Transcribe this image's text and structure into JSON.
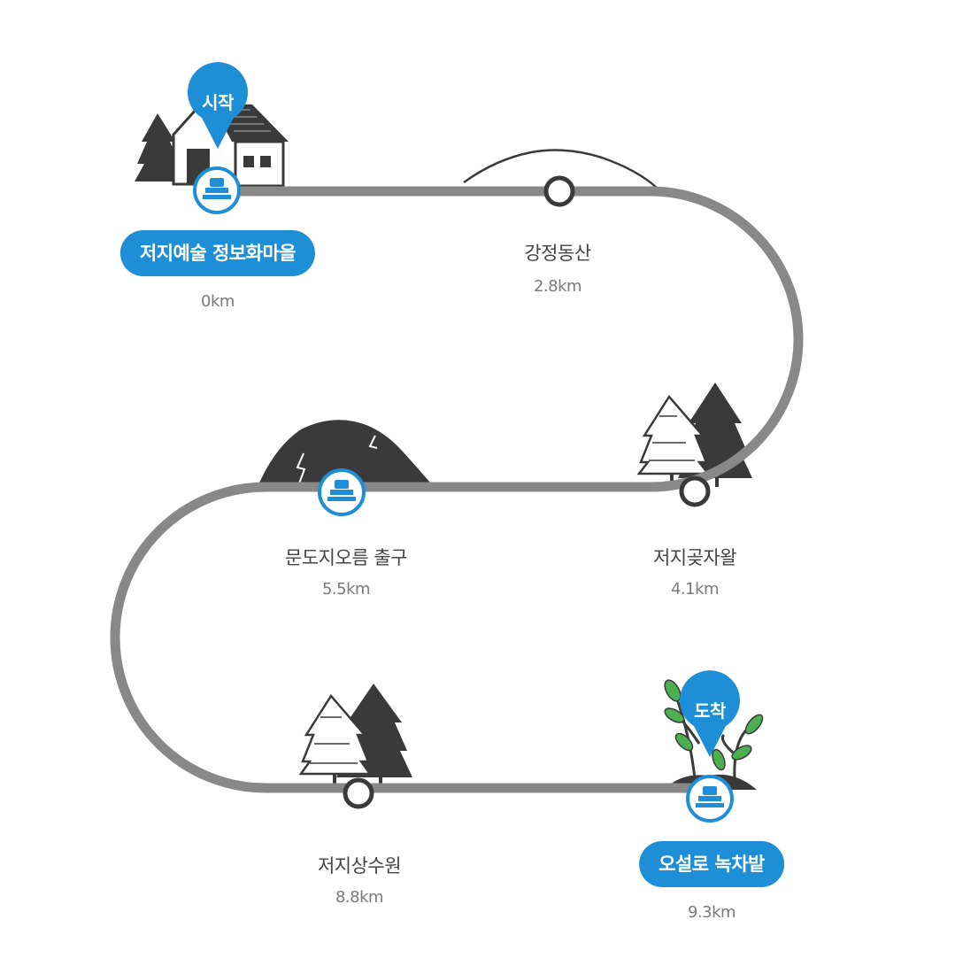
{
  "colors": {
    "route": "#888888",
    "accent": "#1e8fd6",
    "marker": "#3a3a3a"
  },
  "start_badge": "시작",
  "end_badge": "도착",
  "stops": [
    {
      "name": "저지예술 정보화마을",
      "distance": "0km",
      "type": "station",
      "highlight": true
    },
    {
      "name": "강정동산",
      "distance": "2.8km",
      "type": "waypoint",
      "highlight": false
    },
    {
      "name": "저지곶자왈",
      "distance": "4.1km",
      "type": "waypoint",
      "highlight": false
    },
    {
      "name": "문도지오름 출구",
      "distance": "5.5km",
      "type": "station",
      "highlight": false
    },
    {
      "name": "저지상수원",
      "distance": "8.8km",
      "type": "waypoint",
      "highlight": false
    },
    {
      "name": "오설로 녹차밭",
      "distance": "9.3km",
      "type": "station",
      "highlight": true
    }
  ],
  "icons": [
    "house-icon",
    "hill-icon",
    "trees-icon",
    "mountain-icon",
    "tea-plant-icon",
    "stamp-station-icon",
    "location-pin-icon"
  ]
}
